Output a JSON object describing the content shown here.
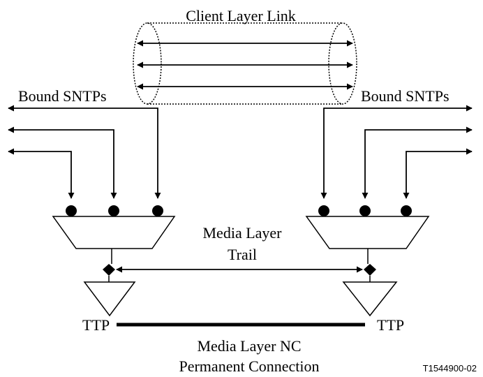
{
  "labels": {
    "client_layer_link": "Client Layer Link",
    "bound_sntps_left": "Bound SNTPs",
    "bound_sntps_right": "Bound SNTPs",
    "media_layer_trail_line1": "Media Layer",
    "media_layer_trail_line2": "Trail",
    "ttp_left": "TTP",
    "ttp_right": "TTP",
    "media_layer_nc_line1": "Media Layer NC",
    "media_layer_nc_line2": "Permanent Connection",
    "figure_id": "T1544900-02"
  },
  "colors": {
    "stroke": "#000000",
    "background": "#ffffff"
  }
}
